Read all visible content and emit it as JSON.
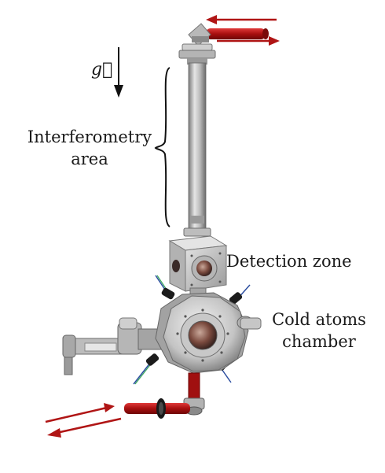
{
  "labels": {
    "gravity": "g⃗",
    "interferometry_line1": "Interferometry",
    "interferometry_line2": "area",
    "detection": "Detection zone",
    "cold_line1": "Cold atoms",
    "cold_line2": "chamber"
  },
  "colors": {
    "laser": "#b01515",
    "metal_light": "#d8d8d8",
    "metal_mid": "#a8a8a8",
    "metal_dark": "#6e6e6e",
    "coil_green": "#3aa85a",
    "coil_blue": "#2c4ea0"
  },
  "icons": [
    "gravity-arrow-icon",
    "laser-arrow-icon"
  ]
}
